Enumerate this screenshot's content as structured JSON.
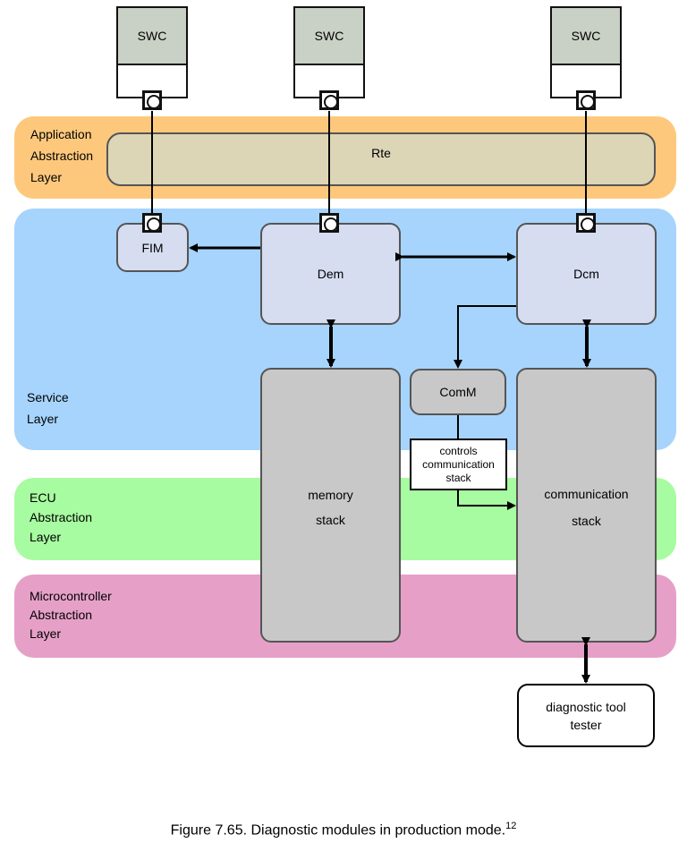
{
  "swc": [
    "SWC",
    "SWC",
    "SWC"
  ],
  "layers": {
    "application": [
      "Application",
      "Abstraction",
      "Layer"
    ],
    "service": [
      "Service",
      "Layer"
    ],
    "ecu": [
      "ECU",
      "Abstraction",
      "Layer"
    ],
    "micro": [
      "Microcontroller",
      "Abstraction",
      "Layer"
    ]
  },
  "modules": {
    "rte": "Rte",
    "fim": "FIM",
    "dem": "Dem",
    "dcm": "Dcm",
    "comm": "ComM",
    "memory_stack": [
      "memory",
      "stack"
    ],
    "communication_stack": [
      "communication",
      "stack"
    ],
    "controls_note": [
      "controls",
      "communication",
      "stack"
    ],
    "diagnostic_tool": [
      "diagnostic tool",
      "tester"
    ]
  },
  "caption": {
    "text": "Figure 7.65. Diagnostic modules in production mode.",
    "footnote": "12"
  },
  "colors": {
    "application_layer": "#fec87c",
    "service_layer": "#a6d4fc",
    "ecu_layer": "#a7fba0",
    "micro_layer": "#e6a0c8",
    "rte": "#dcd6b6",
    "service_module": "#d6ddf0",
    "stack_module": "#c8c8c8"
  }
}
